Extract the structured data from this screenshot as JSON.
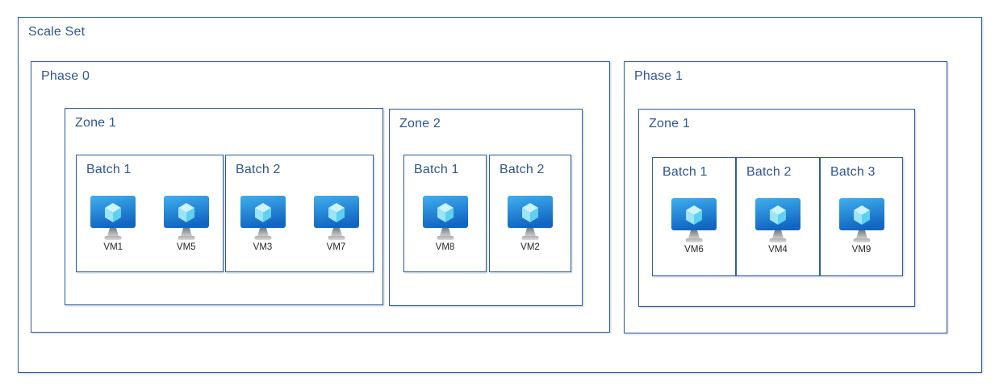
{
  "diagram": {
    "title": "Scale Set",
    "icon": "azure-virtual-machine-icon",
    "colors": {
      "box_border": "#2E5B9F",
      "heading_text": "#2F5496",
      "vm_label_text": "#262626",
      "monitor_gradient_top": "#3FAFEE",
      "monitor_gradient_bottom": "#1266C2",
      "cube_top_face": "#CDF3FD",
      "cube_left_face": "#9BE4F9",
      "cube_right_face": "#5FD0F0",
      "stand_gray_dark": "#7A7D80",
      "stand_gray_light": "#D2D3D4"
    },
    "phases": [
      {
        "label": "Phase 0",
        "zones": [
          {
            "label": "Zone 1",
            "batches": [
              {
                "label": "Batch 1",
                "vms": [
                  "VM1",
                  "VM5"
                ]
              },
              {
                "label": "Batch 2",
                "vms": [
                  "VM3",
                  "VM7"
                ]
              }
            ]
          },
          {
            "label": "Zone 2",
            "batches": [
              {
                "label": "Batch 1",
                "vms": [
                  "VM8"
                ]
              },
              {
                "label": "Batch 2",
                "vms": [
                  "VM2"
                ]
              }
            ]
          }
        ]
      },
      {
        "label": "Phase 1",
        "zones": [
          {
            "label": "Zone 1",
            "batches": [
              {
                "label": "Batch 1",
                "vms": [
                  "VM6"
                ]
              },
              {
                "label": "Batch 2",
                "vms": [
                  "VM4"
                ]
              },
              {
                "label": "Batch 3",
                "vms": [
                  "VM9"
                ]
              }
            ]
          }
        ]
      }
    ]
  }
}
